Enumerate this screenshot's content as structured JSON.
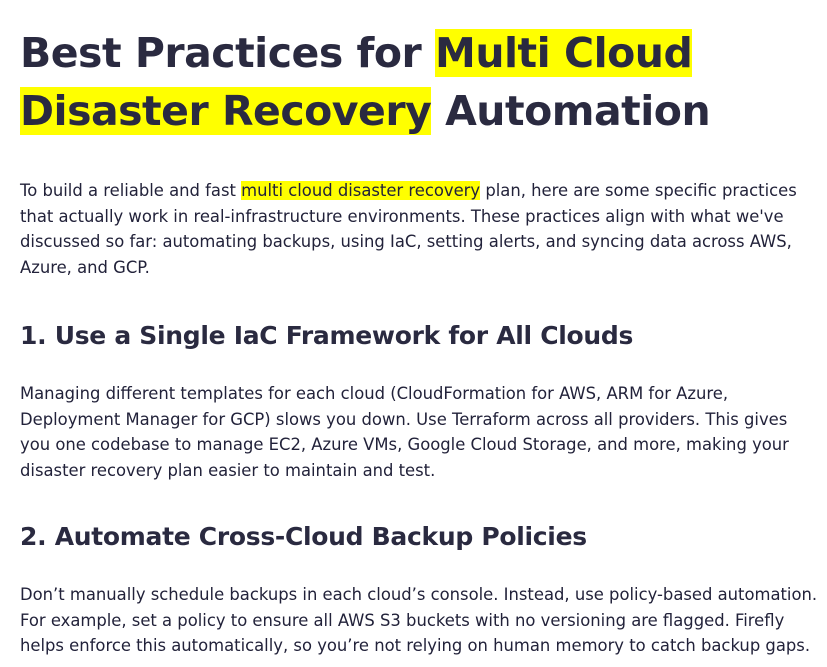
{
  "title": {
    "part1": "Best Practices for ",
    "highlight1": "Multi Cloud",
    "highlight2": "Disaster Recovery",
    "part3": " Automation"
  },
  "intro": {
    "before": "To build a reliable and fast ",
    "highlight": "multi cloud disaster recovery",
    "after": " plan, here are some specific practices that actually work in real-infrastructure environments. These practices align with what we've discussed so far: automating backups, using IaC, setting alerts, and syncing data across AWS, Azure, and GCP."
  },
  "sections": [
    {
      "heading": "1. Use a Single IaC Framework for All Clouds",
      "body": "Managing different templates for each cloud (CloudFormation for AWS, ARM for Azure, Deployment Manager for GCP) slows you down. Use Terraform across all providers. This gives you one codebase to manage EC2, Azure VMs, Google Cloud Storage, and more, making your disaster recovery plan easier to maintain and test."
    },
    {
      "heading": "2. Automate Cross-Cloud Backup Policies",
      "body": "Don’t manually schedule backups in each cloud’s console. Instead, use policy-based automation. For example, set a policy to ensure all AWS S3 buckets with no versioning are flagged. Firefly helps enforce this automatically, so you’re not relying on human memory to catch backup gaps."
    }
  ],
  "colors": {
    "highlight": "#ffff00",
    "text": "#22223a",
    "heading": "#2a2a40"
  }
}
